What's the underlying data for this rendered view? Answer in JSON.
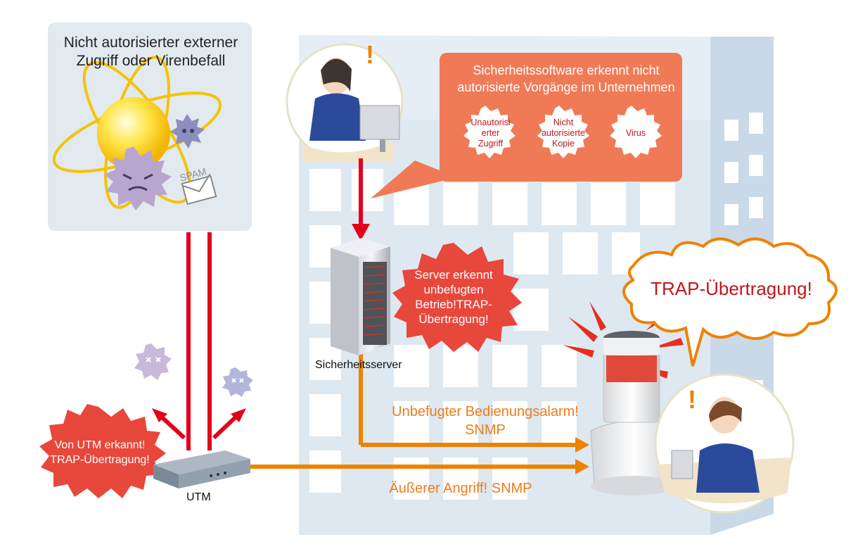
{
  "threat_box": {
    "title_line1": "Nicht autorisierter externer",
    "title_line2": "Zugriff oder Virenbefall",
    "spam_label": "SPAM"
  },
  "detection_callout": {
    "title_line1": "Sicherheitssoftware erkennt nicht",
    "title_line2": "autorisierte Vorgänge im Unternehmen",
    "items": [
      {
        "lines": [
          "Unautorisi",
          "erter",
          "Zugriff"
        ]
      },
      {
        "lines": [
          "Nicht",
          "autorisierte",
          "Kopie"
        ]
      },
      {
        "lines": [
          "Virus"
        ]
      }
    ]
  },
  "server": {
    "label": "Sicherheitsserver",
    "burst_lines": [
      "Server erkennt",
      "unbefugten",
      "Betrieb!TRAP-",
      "Übertragung!"
    ]
  },
  "utm": {
    "label": "UTM",
    "burst_lines": [
      "Von UTM erkannt!",
      "TRAP-Übertragung!"
    ]
  },
  "links": {
    "server_alarm_line1": "Unbefugter Bedienungsalarm!",
    "server_alarm_line2": "SNMP",
    "external_attack": "Äußerer Angriff! SNMP"
  },
  "signal_tower": {
    "cloud_text": "TRAP-Übertragung!"
  },
  "colors": {
    "red": "#e2001a",
    "orange": "#ef8200",
    "callout": "#f07a55",
    "burst": "#e8473c",
    "building": "#dde8f1",
    "virus": "#b9a6cf"
  }
}
